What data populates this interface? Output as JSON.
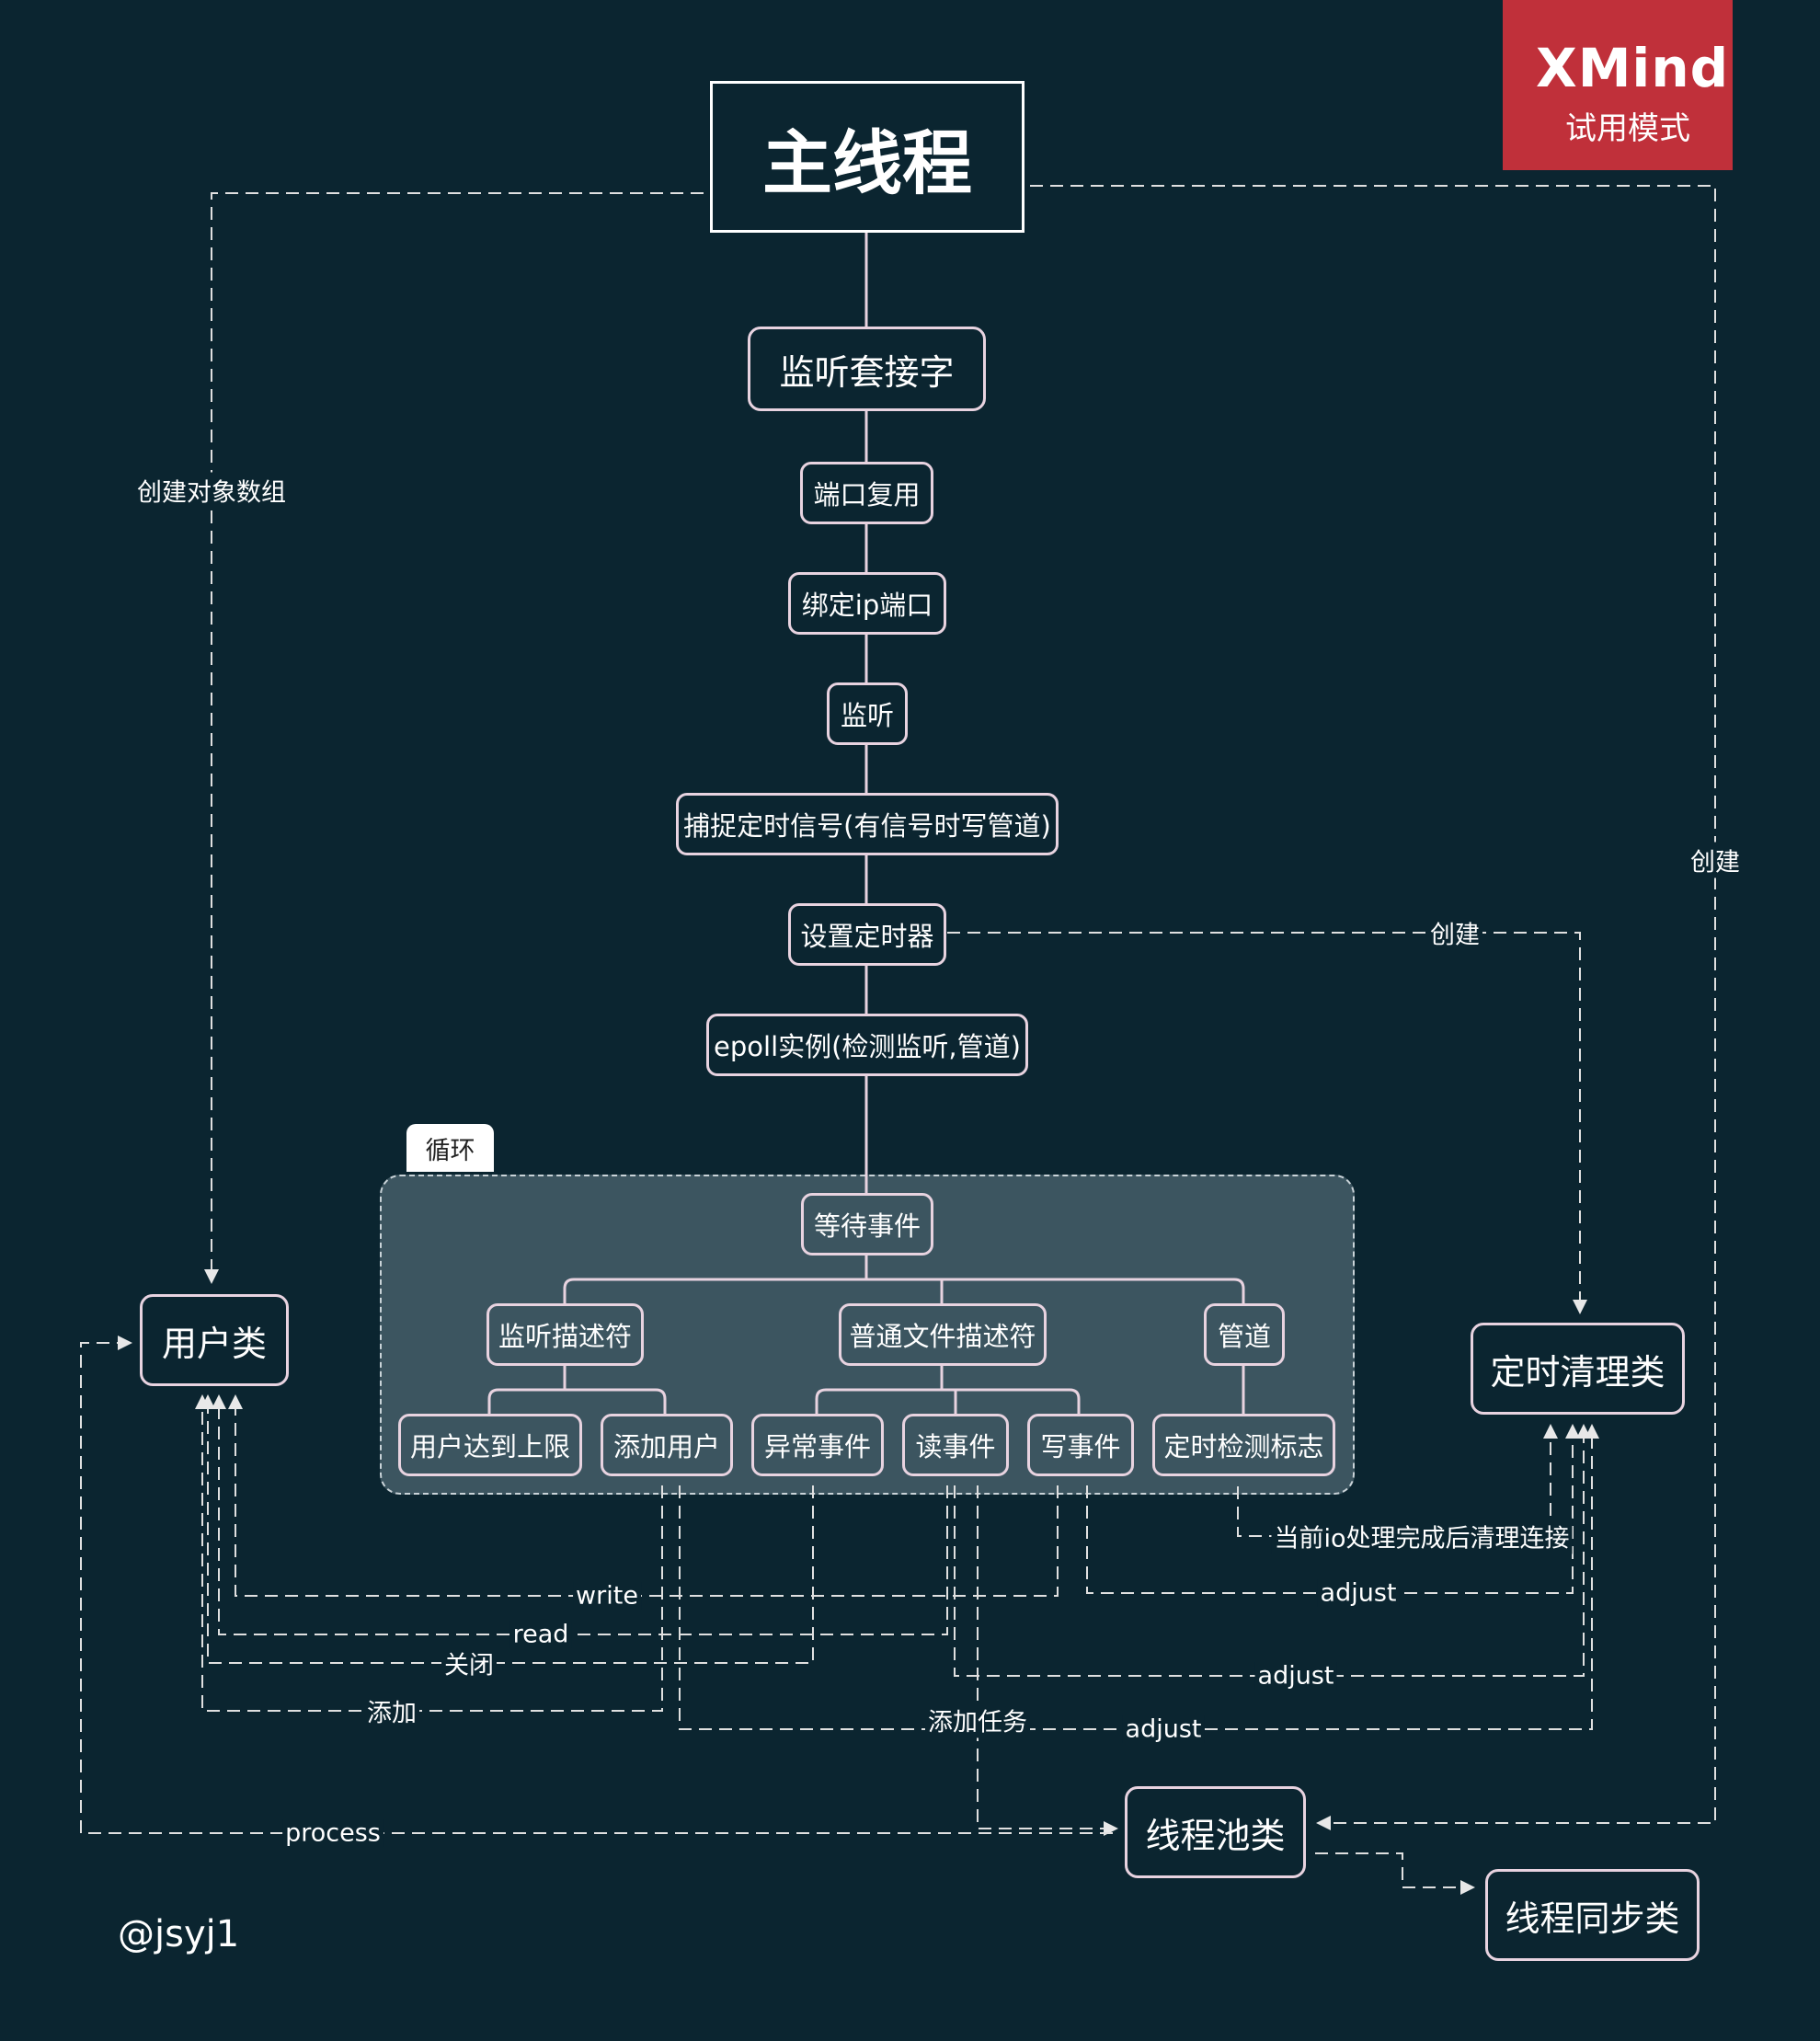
{
  "nodes": {
    "main_thread": "主线程",
    "listen_socket": "监听套接字",
    "port_reuse": "端口复用",
    "bind_ip_port": "绑定ip端口",
    "listen": "监听",
    "capture_signal": "捕捉定时信号(有信号时写管道)",
    "set_timer": "设置定时器",
    "epoll_instance": "epoll实例(检测监听,管道)",
    "loop_label": "循环",
    "wait_events": "等待事件",
    "listen_fd": "监听描述符",
    "normal_fd": "普通文件描述符",
    "pipe": "管道",
    "user_limit": "用户达到上限",
    "add_user": "添加用户",
    "exception_event": "异常事件",
    "read_event": "读事件",
    "write_event": "写事件",
    "timer_flag": "定时检测标志",
    "user_class": "用户类",
    "timer_cleanup_class": "定时清理类",
    "thread_pool_class": "线程池类",
    "thread_sync_class": "线程同步类"
  },
  "edge_labels": {
    "create_object_array": "创建对象数组",
    "create_right": "创建",
    "create_timer": "创建",
    "cleanup_after_io": "当前io处理完成后清理连接",
    "write": "write",
    "adjust_1": "adjust",
    "read": "read",
    "close": "关闭",
    "adjust_2": "adjust",
    "add": "添加",
    "add_task": "添加任务",
    "adjust_3": "adjust",
    "process": "process"
  },
  "watermark": {
    "title": "XMind",
    "subtitle": "试用模式"
  },
  "author": "@jsyj1",
  "colors": {
    "background": "#0b2530",
    "node_border": "#e8d3e0",
    "loop_fill": "#3c5560",
    "watermark": "#c0303a"
  }
}
